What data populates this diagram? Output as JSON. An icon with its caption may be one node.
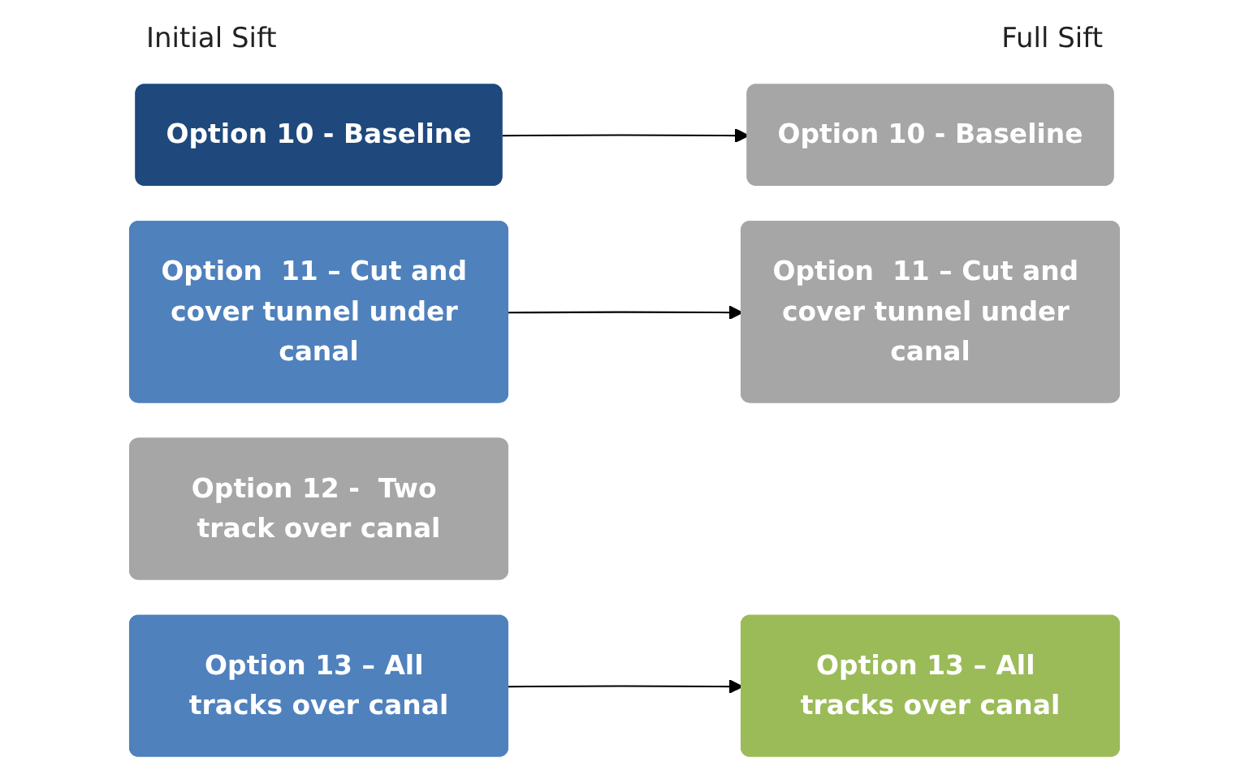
{
  "diagram": {
    "nodes": [
      {
        "text": [
          "Option 10 - Baseline"
        ]
      },
      {
        "text": [
          "Option  11 – Cut and cover tunnel under canal"
        ]
      },
      {
        "text": [
          "Option 12 -  Two track over canal"
        ]
      },
      {
        "text": [
          "Option 13 – All tracks over canal"
        ]
      },
      {
        "text": [
          "Option 10 - Baseline"
        ]
      },
      {
        "text": [
          "Option  11 – Cut and cover tunnel under canal"
        ]
      },
      {
        "text": [
          "Option 13 – All tracks over canal"
        ]
      }
    ],
    "edges": [
      {
        "from": 0,
        "to": 4,
        "arrow": "to"
      },
      {
        "from": 1,
        "to": 5,
        "arrow": "to"
      },
      {
        "from": 3,
        "to": 6,
        "arrow": "to"
      }
    ],
    "labels": [
      "Initial Sift",
      "Full Sift"
    ]
  }
}
